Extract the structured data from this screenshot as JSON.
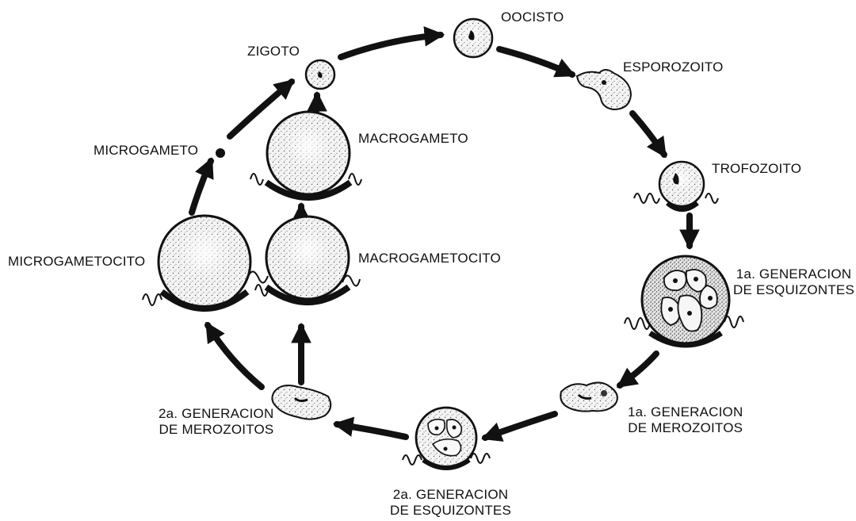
{
  "colors": {
    "ink": "#111111",
    "cell_fill": "#f4f4f4",
    "stipple": "#555555",
    "background": "#ffffff"
  },
  "stages": {
    "oocisto": "OOCISTO",
    "esporozoito": "ESPOROZOITO",
    "trofozoito": "TROFOZOITO",
    "esquizontes_1_line1": "1a. GENERACION",
    "esquizontes_1_line2": "DE ESQUIZONTES",
    "merozoitos_1_line1": "1a. GENERACION",
    "merozoitos_1_line2": "DE MEROZOITOS",
    "esquizontes_2_line1": "2a. GENERACION",
    "esquizontes_2_line2": "DE ESQUIZONTES",
    "merozoitos_2_line1": "2a. GENERACION",
    "merozoitos_2_line2": "DE MEROZOITOS",
    "microgametocito": "MICROGAMETOCITO",
    "macrogametocito": "MACROGAMETOCITO",
    "microgameto": "MICROGAMETO",
    "macrogameto": "MACROGAMETO",
    "zigoto": "ZIGOTO"
  }
}
